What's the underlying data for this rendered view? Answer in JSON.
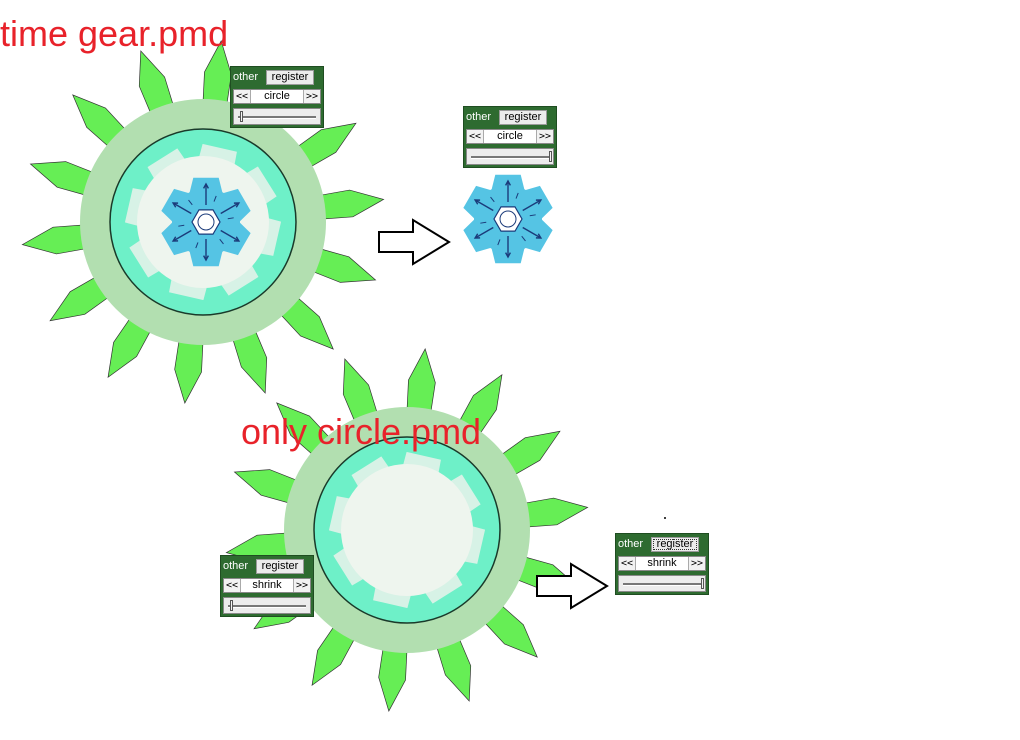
{
  "titles": {
    "time_gear": "time gear.pmd",
    "only_circle": "only circle.pmd"
  },
  "panels": [
    {
      "label": "other",
      "register": "register",
      "prev": "<<",
      "mode": "circle",
      "next": ">>",
      "slider": 0.0
    },
    {
      "label": "other",
      "register": "register",
      "prev": "<<",
      "mode": "circle",
      "next": ">>",
      "slider": 1.0
    },
    {
      "label": "other",
      "register": "register",
      "prev": "<<",
      "mode": "shrink",
      "next": ">>",
      "slider": 0.0
    },
    {
      "label": "other",
      "register": "register",
      "prev": "<<",
      "mode": "shrink",
      "next": ">>",
      "slider": 1.0
    }
  ],
  "colors": {
    "title": "#e8222a",
    "panel_bg": "#2e6b30",
    "teeth": "#66ee55",
    "outer_ring": "#b2dfb0",
    "mid_ring": "#6ef0c8",
    "inner_disc": "#eef5ee",
    "small_gear": "#55c4e4",
    "arrow_fill": "#ffffff",
    "arrow_stroke": "#000000"
  }
}
